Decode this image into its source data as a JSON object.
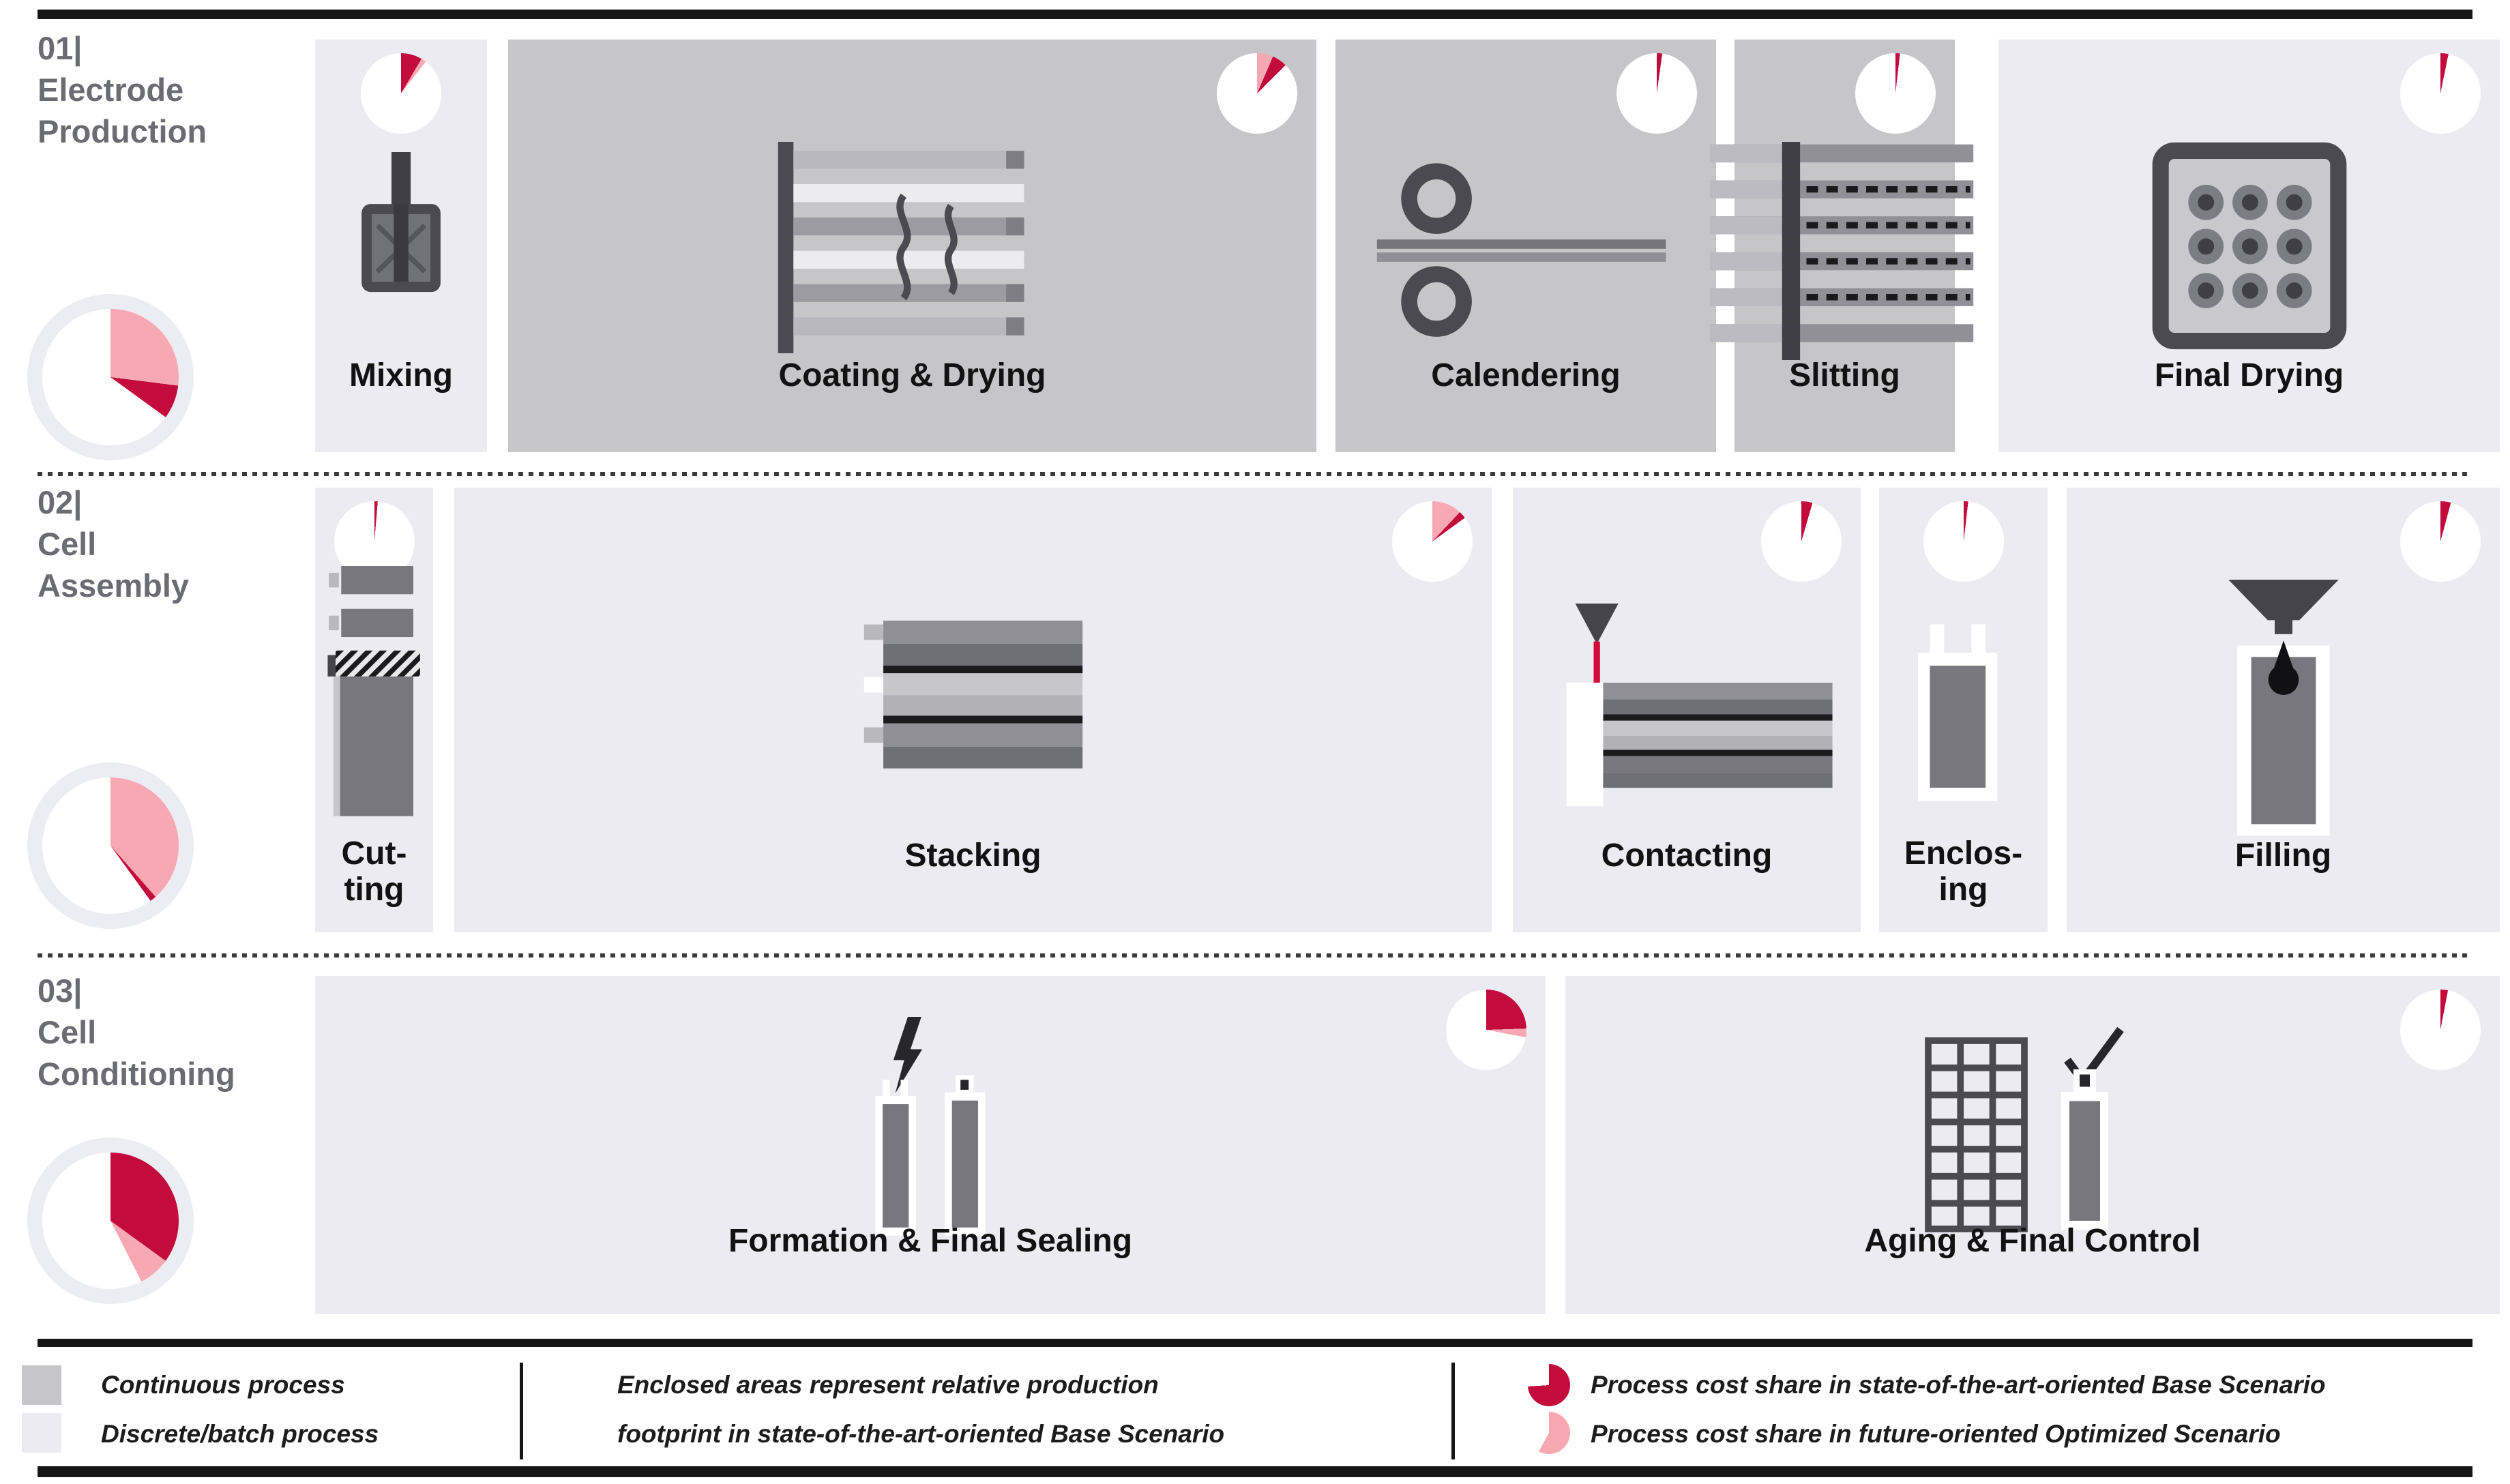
{
  "colors": {
    "continuous_box": "#c6c5c8",
    "discrete_box": "#edebf2",
    "base_scenario_red": "#c30b3c",
    "optimized_scenario_pink": "#f8a8b2",
    "stage_pie_ring": "#ececf3",
    "row_title_gray": "#6b6b73",
    "rule_black": "#161616"
  },
  "rows": [
    {
      "title": "01|\nElectrode\nProduction",
      "stage_pie": {
        "segments": [
          {
            "scenario": "optimized",
            "color": "#f8a8b2",
            "pct": 27
          },
          {
            "scenario": "base",
            "color": "#c30b3c",
            "pct": 8
          }
        ]
      },
      "processes": [
        {
          "label": "Mixing",
          "type": "discrete",
          "icon": "mixer-icon",
          "footprint_pct": 7.9,
          "pie": {
            "segments": [
              {
                "scenario": "base",
                "color": "#c30b3c",
                "pct": 8.5
              },
              {
                "scenario": "optimized",
                "color": "#f8a8b2",
                "pct": 2
              }
            ]
          }
        },
        {
          "label": "Coating & Drying",
          "type": "continuous",
          "icon": "coating-drying-icon",
          "footprint_pct": 37.0,
          "pie": {
            "segments": [
              {
                "scenario": "optimized",
                "color": "#f8a8b2",
                "pct": 6.5
              },
              {
                "scenario": "base",
                "color": "#c30b3c",
                "pct": 6
              }
            ]
          }
        },
        {
          "label": "Calendering",
          "type": "continuous",
          "icon": "calendering-icon",
          "footprint_pct": 17.4,
          "pie": {
            "segments": [
              {
                "scenario": "base",
                "color": "#c30b3c",
                "pct": 2.2
              }
            ]
          }
        },
        {
          "label": "Slitting",
          "type": "continuous",
          "icon": "slitting-icon",
          "footprint_pct": 10.1,
          "pie": {
            "segments": [
              {
                "scenario": "base",
                "color": "#c30b3c",
                "pct": 1.8
              }
            ]
          }
        },
        {
          "label": "Final Drying",
          "type": "discrete",
          "icon": "final-drying-icon",
          "footprint_pct": 23.0,
          "pie": {
            "segments": [
              {
                "scenario": "base",
                "color": "#c30b3c",
                "pct": 3.2
              }
            ]
          }
        }
      ]
    },
    {
      "title": "02|\nCell\nAssembly",
      "stage_pie": {
        "segments": [
          {
            "scenario": "optimized",
            "color": "#f8a8b2",
            "pct": 38.5
          },
          {
            "scenario": "base",
            "color": "#c30b3c",
            "pct": 1.5
          }
        ]
      },
      "processes": [
        {
          "label": "Cut-\nting",
          "type": "discrete",
          "icon": "cutting-icon",
          "footprint_pct": 5.4,
          "pie": {
            "segments": [
              {
                "scenario": "base",
                "color": "#c30b3c",
                "pct": 1.3
              }
            ]
          }
        },
        {
          "label": "Stacking",
          "type": "discrete",
          "icon": "stacking-icon",
          "footprint_pct": 47.5,
          "pie": {
            "segments": [
              {
                "scenario": "optimized",
                "color": "#f8a8b2",
                "pct": 12
              },
              {
                "scenario": "base",
                "color": "#c30b3c",
                "pct": 3
              }
            ]
          }
        },
        {
          "label": "Contacting",
          "type": "discrete",
          "icon": "contacting-icon",
          "footprint_pct": 15.9,
          "pie": {
            "segments": [
              {
                "scenario": "base",
                "color": "#c30b3c",
                "pct": 4.5
              }
            ]
          }
        },
        {
          "label": "Enclos-\ning",
          "type": "discrete",
          "icon": "enclosing-icon",
          "footprint_pct": 7.7,
          "pie": {
            "segments": [
              {
                "scenario": "base",
                "color": "#c30b3c",
                "pct": 1.8
              }
            ]
          }
        },
        {
          "label": "Filling",
          "type": "discrete",
          "icon": "filling-icon",
          "footprint_pct": 19.8,
          "pie": {
            "segments": [
              {
                "scenario": "base",
                "color": "#c30b3c",
                "pct": 4.2
              }
            ]
          }
        }
      ]
    },
    {
      "title": "03|\nCell\nConditioning",
      "stage_pie": {
        "segments": [
          {
            "scenario": "base",
            "color": "#c30b3c",
            "pct": 35
          },
          {
            "scenario": "optimized",
            "color": "#f8a8b2",
            "pct": 7.5
          }
        ]
      },
      "processes": [
        {
          "label": "Formation & Final Sealing",
          "type": "discrete",
          "icon": "formation-sealing-icon",
          "footprint_pct": 56.3,
          "pie": {
            "segments": [
              {
                "scenario": "base",
                "color": "#c30b3c",
                "pct": 24.5
              },
              {
                "scenario": "optimized",
                "color": "#f8a8b2",
                "pct": 3.5
              }
            ]
          }
        },
        {
          "label": "Aging & Final Control",
          "type": "discrete",
          "icon": "aging-control-icon",
          "footprint_pct": 42.8,
          "pie": {
            "segments": [
              {
                "scenario": "base",
                "color": "#c30b3c",
                "pct": 3
              }
            ]
          }
        }
      ]
    }
  ],
  "legend": {
    "continuous_label": "Continuous process",
    "discrete_label": "Discrete/batch process",
    "footprint_note_line1": "Enclosed areas represent relative production",
    "footprint_note_line2": "footprint in state-of-the-art-oriented Base Scenario",
    "base_pie_label": "Process cost share in state-of-the-art-oriented Base Scenario",
    "optimized_pie_label": "Process cost share in future-oriented Optimized Scenario",
    "base_glyph_pie": {
      "segments": [
        {
          "scenario": "base",
          "color": "#c30b3c",
          "pct": 74
        }
      ]
    },
    "optimized_glyph_pie": {
      "segments": [
        {
          "scenario": "optimized",
          "color": "#f8a8b2",
          "pct": 58
        }
      ]
    }
  }
}
